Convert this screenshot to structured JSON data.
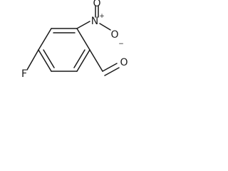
{
  "molecule": {
    "atom_labels": {
      "fluorine": "F",
      "nitro_nitrogen": "N",
      "nitro_nitrogen_charge": "+",
      "nitro_oxygen_top": "O",
      "nitro_oxygen_right": "O",
      "nitro_oxygen_right_charge": "−",
      "aldehyde_oxygen": "O"
    }
  }
}
